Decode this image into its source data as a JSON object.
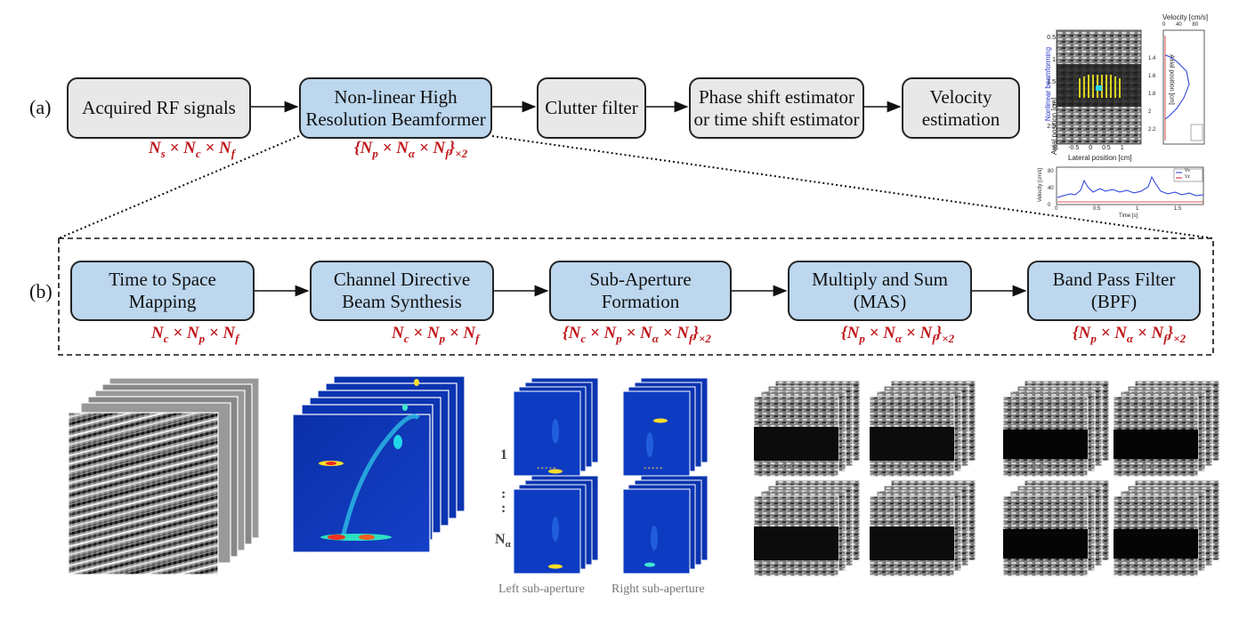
{
  "panel_a": {
    "label": "(a)",
    "boxes": [
      {
        "text": "Acquired RF signals"
      },
      {
        "text": "Non-linear High\nResolution Beamformer"
      },
      {
        "text": "Clutter filter"
      },
      {
        "text": "Phase shift estimator\nor time shift estimator"
      },
      {
        "text": "Velocity\nestimation"
      }
    ],
    "dims": {
      "rf": {
        "a": "N",
        "as": "s",
        "b": "N",
        "bs": "c",
        "c": "N",
        "cs": "f"
      },
      "bf": {
        "a": "N",
        "as": "p",
        "b": "N",
        "bs": "α",
        "c": "N",
        "cs": "f",
        "sfx": "×2"
      }
    }
  },
  "panel_b": {
    "label": "(b)",
    "boxes": [
      {
        "text": "Time to Space\nMapping"
      },
      {
        "text": "Channel Directive\nBeam Synthesis"
      },
      {
        "text": "Sub-Aperture\nFormation"
      },
      {
        "text": "Multiply and Sum\n(MAS)"
      },
      {
        "text": "Band Pass Filter\n(BPF)"
      }
    ],
    "dims": {
      "d1": {
        "a": "N",
        "as": "c",
        "b": "N",
        "bs": "p",
        "c": "N",
        "cs": "f"
      },
      "d2": {
        "a": "N",
        "as": "c",
        "b": "N",
        "bs": "p",
        "c": "N",
        "cs": "f"
      },
      "d3": {
        "a": "N",
        "as": "c",
        "b": "N",
        "bs": "p",
        "c": "N",
        "cs": "α",
        "d": "N",
        "ds": "f",
        "sfx": "×2"
      },
      "d4": {
        "a": "N",
        "as": "p",
        "b": "N",
        "bs": "α",
        "c": "N",
        "cs": "f",
        "sfx": "×2"
      },
      "d5": {
        "a": "N",
        "as": "p",
        "b": "N",
        "bs": "α",
        "c": "N",
        "cs": "f",
        "sfx": "×2"
      }
    }
  },
  "bottom": {
    "index_1": "1",
    "index_colon": ":\n:",
    "index_n": "N",
    "index_n_sub": "α",
    "left_caption": "Left sub-aperture",
    "right_caption": "Right sub-aperture",
    "dots": "•••••"
  },
  "inset": {
    "side_label": "Nonlinear beamforming",
    "y_label": "Axial position [cm]",
    "x_label": "Lateral position [cm]",
    "y_ticks": [
      "0.5",
      "1",
      "1.5",
      "2",
      "2.5",
      "3"
    ],
    "x_ticks": [
      "-1",
      "-0.5",
      "0",
      "0.5",
      "1"
    ],
    "profile_label": "Velocity [cm/s]",
    "profile_ticks": [
      "0",
      "40",
      "80"
    ],
    "profile_y_label": "Axial position [cm]",
    "profile_y_ticks": [
      "1.4",
      "1.6",
      "1.8",
      "2",
      "2.2"
    ],
    "time_y_label": "Velocity [cm/s]",
    "time_x_label": "Time [s]",
    "time_x_ticks": [
      "0",
      "0.5",
      "1",
      "1.5"
    ],
    "time_y_ticks": [
      "0",
      "40",
      "80"
    ],
    "legend": [
      "Vx",
      "Vz"
    ]
  }
}
